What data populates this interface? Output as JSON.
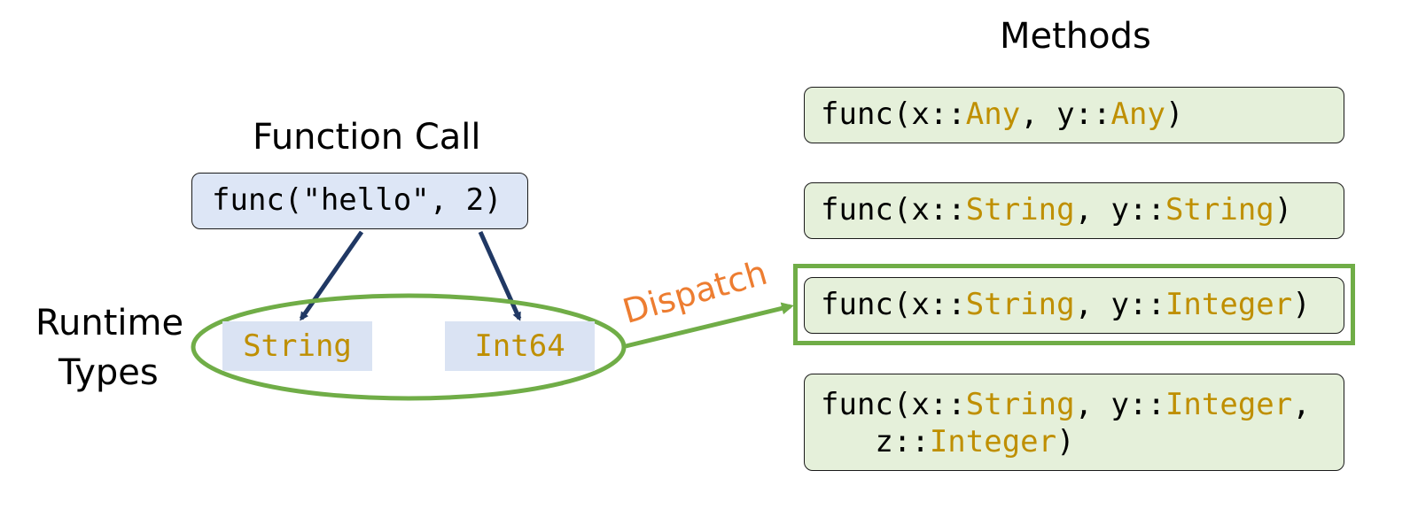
{
  "headings": {
    "methods": "Methods",
    "function_call": "Function Call",
    "runtime_line1": "Runtime",
    "runtime_line2": "Types"
  },
  "call": {
    "text": "func(\"hello\", 2)"
  },
  "runtime_types": [
    "String",
    "Int64"
  ],
  "dispatch_label": "Dispatch",
  "methods": [
    {
      "parts": [
        {
          "t": "func(x::",
          "type": false
        },
        {
          "t": "Any",
          "type": true
        },
        {
          "t": ", y::",
          "type": false
        },
        {
          "t": "Any",
          "type": true
        },
        {
          "t": ")",
          "type": false
        }
      ],
      "selected": false
    },
    {
      "parts": [
        {
          "t": "func(x::",
          "type": false
        },
        {
          "t": "String",
          "type": true
        },
        {
          "t": ", y::",
          "type": false
        },
        {
          "t": "String",
          "type": true
        },
        {
          "t": ")",
          "type": false
        }
      ],
      "selected": false
    },
    {
      "parts": [
        {
          "t": "func(x::",
          "type": false
        },
        {
          "t": "String",
          "type": true
        },
        {
          "t": ", y::",
          "type": false
        },
        {
          "t": "Integer",
          "type": true
        },
        {
          "t": ")",
          "type": false
        }
      ],
      "selected": true
    },
    {
      "parts": [
        {
          "t": "func(x::",
          "type": false
        },
        {
          "t": "String",
          "type": true
        },
        {
          "t": ", y::",
          "type": false
        },
        {
          "t": "Integer",
          "type": true
        },
        {
          "t": ",",
          "type": false
        }
      ],
      "parts2": [
        {
          "t": "   z::",
          "type": false
        },
        {
          "t": "Integer",
          "type": true
        },
        {
          "t": ")",
          "type": false
        }
      ],
      "selected": false
    }
  ],
  "colors": {
    "type_text": "#bf8f00",
    "green": "#70ad47",
    "arrow_blue": "#203864",
    "dispatch_orange": "#ed7d31",
    "call_box_fill": "#dde6f6",
    "method_box_fill": "#e5f0da",
    "type_chip_fill": "#dae3f3"
  }
}
